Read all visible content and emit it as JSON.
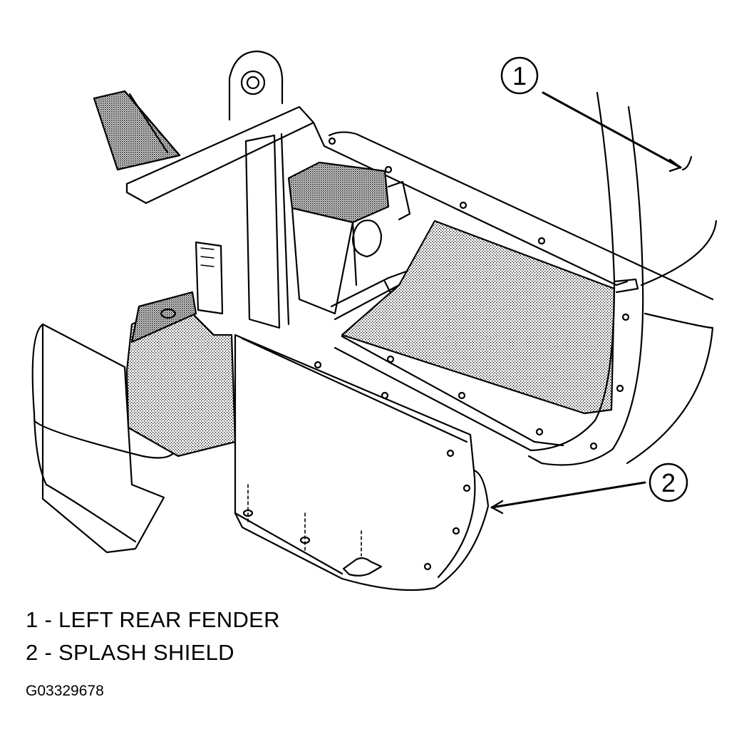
{
  "callouts": [
    {
      "number": "1"
    },
    {
      "number": "2"
    }
  ],
  "legend": [
    {
      "text": "1 - LEFT REAR FENDER"
    },
    {
      "text": "2 - SPLASH SHIELD"
    }
  ],
  "figure_id": "G03329678",
  "colors": {
    "line": "#000000",
    "background": "#ffffff",
    "shading": "#000000"
  }
}
